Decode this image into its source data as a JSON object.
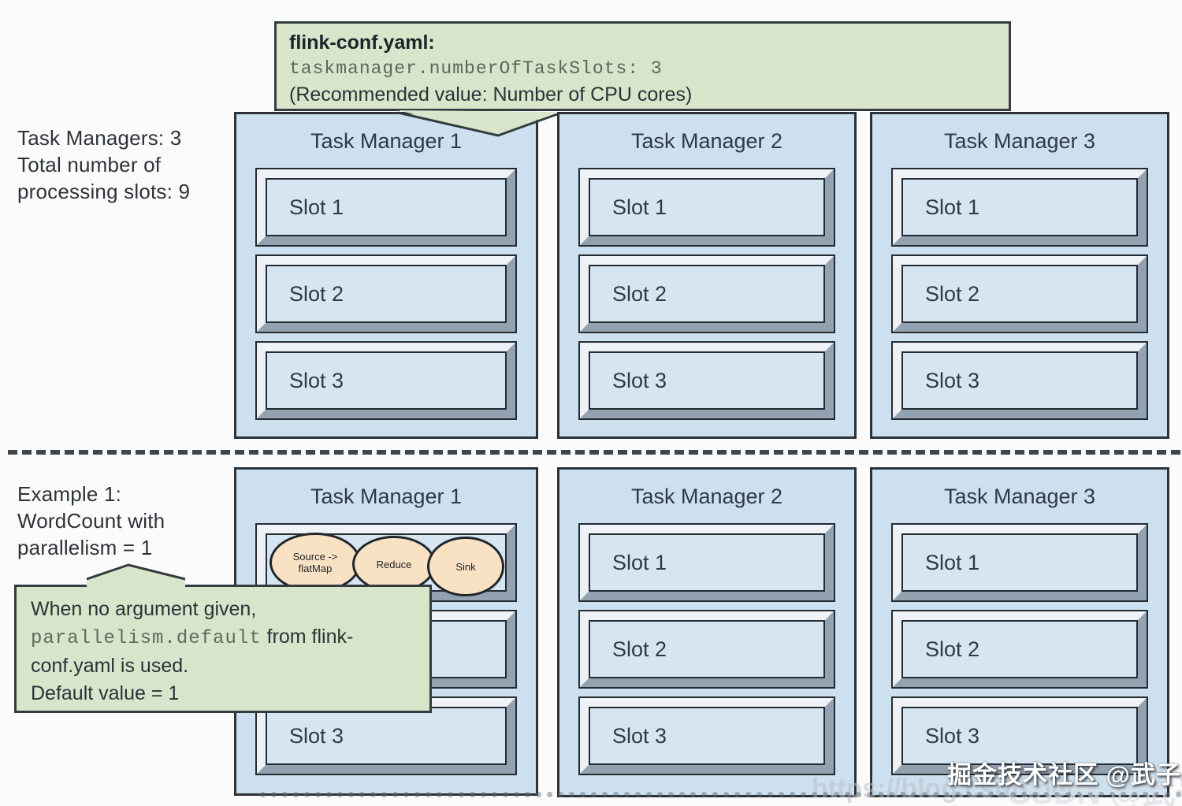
{
  "notes": {
    "top_left": [
      "Task Managers: 3",
      "Total number of",
      "processing slots: 9"
    ],
    "example": [
      "Example 1:",
      "WordCount with",
      "parallelism = 1"
    ]
  },
  "callout_top": {
    "title": "flink-conf.yaml:",
    "code": "taskmanager.numberOfTaskSlots: 3",
    "note": "(Recommended value: Number of CPU cores)"
  },
  "callout_bottom": {
    "line1": "When no argument given,",
    "code": "parallelism.default",
    "line2_rest": " from flink-",
    "line3": "conf.yaml is used.",
    "line4": "Default value = 1"
  },
  "top_row": {
    "managers": [
      {
        "title": "Task Manager 1",
        "slots": [
          "Slot 1",
          "Slot 2",
          "Slot 3"
        ]
      },
      {
        "title": "Task Manager 2",
        "slots": [
          "Slot 1",
          "Slot 2",
          "Slot 3"
        ]
      },
      {
        "title": "Task Manager 3",
        "slots": [
          "Slot 1",
          "Slot 2",
          "Slot 3"
        ]
      }
    ]
  },
  "bottom_row": {
    "managers": [
      {
        "title": "Task Manager 1",
        "slots": [
          "",
          "",
          "Slot 3"
        ],
        "tasks": [
          {
            "line1": "Source ->",
            "line2": "flatMap"
          },
          {
            "line1": "Reduce",
            "line2": ""
          },
          {
            "line1": "Sink",
            "line2": ""
          }
        ]
      },
      {
        "title": "Task Manager 2",
        "slots": [
          "Slot 1",
          "Slot 2",
          "Slot 3"
        ]
      },
      {
        "title": "Task Manager 3",
        "slots": [
          "Slot 1",
          "Slot 2",
          "Slot 3"
        ]
      }
    ]
  },
  "watermark": {
    "primary": "掘金技术社区 @武子康",
    "ghost": "CSDN @武子康",
    "url": "https://blog.csdn.net"
  },
  "colors": {
    "callout_bg": "#d8e5cb",
    "manager_bg": "#cde0ef",
    "slot_bg": "#d6e5f2",
    "bevel_light": "#eff3f8",
    "bevel_dark": "#93a2b0",
    "border_dark": "#2b3238",
    "task_ellipse_bg": "#f9e1c4",
    "dash_divider": "#3e454b"
  }
}
